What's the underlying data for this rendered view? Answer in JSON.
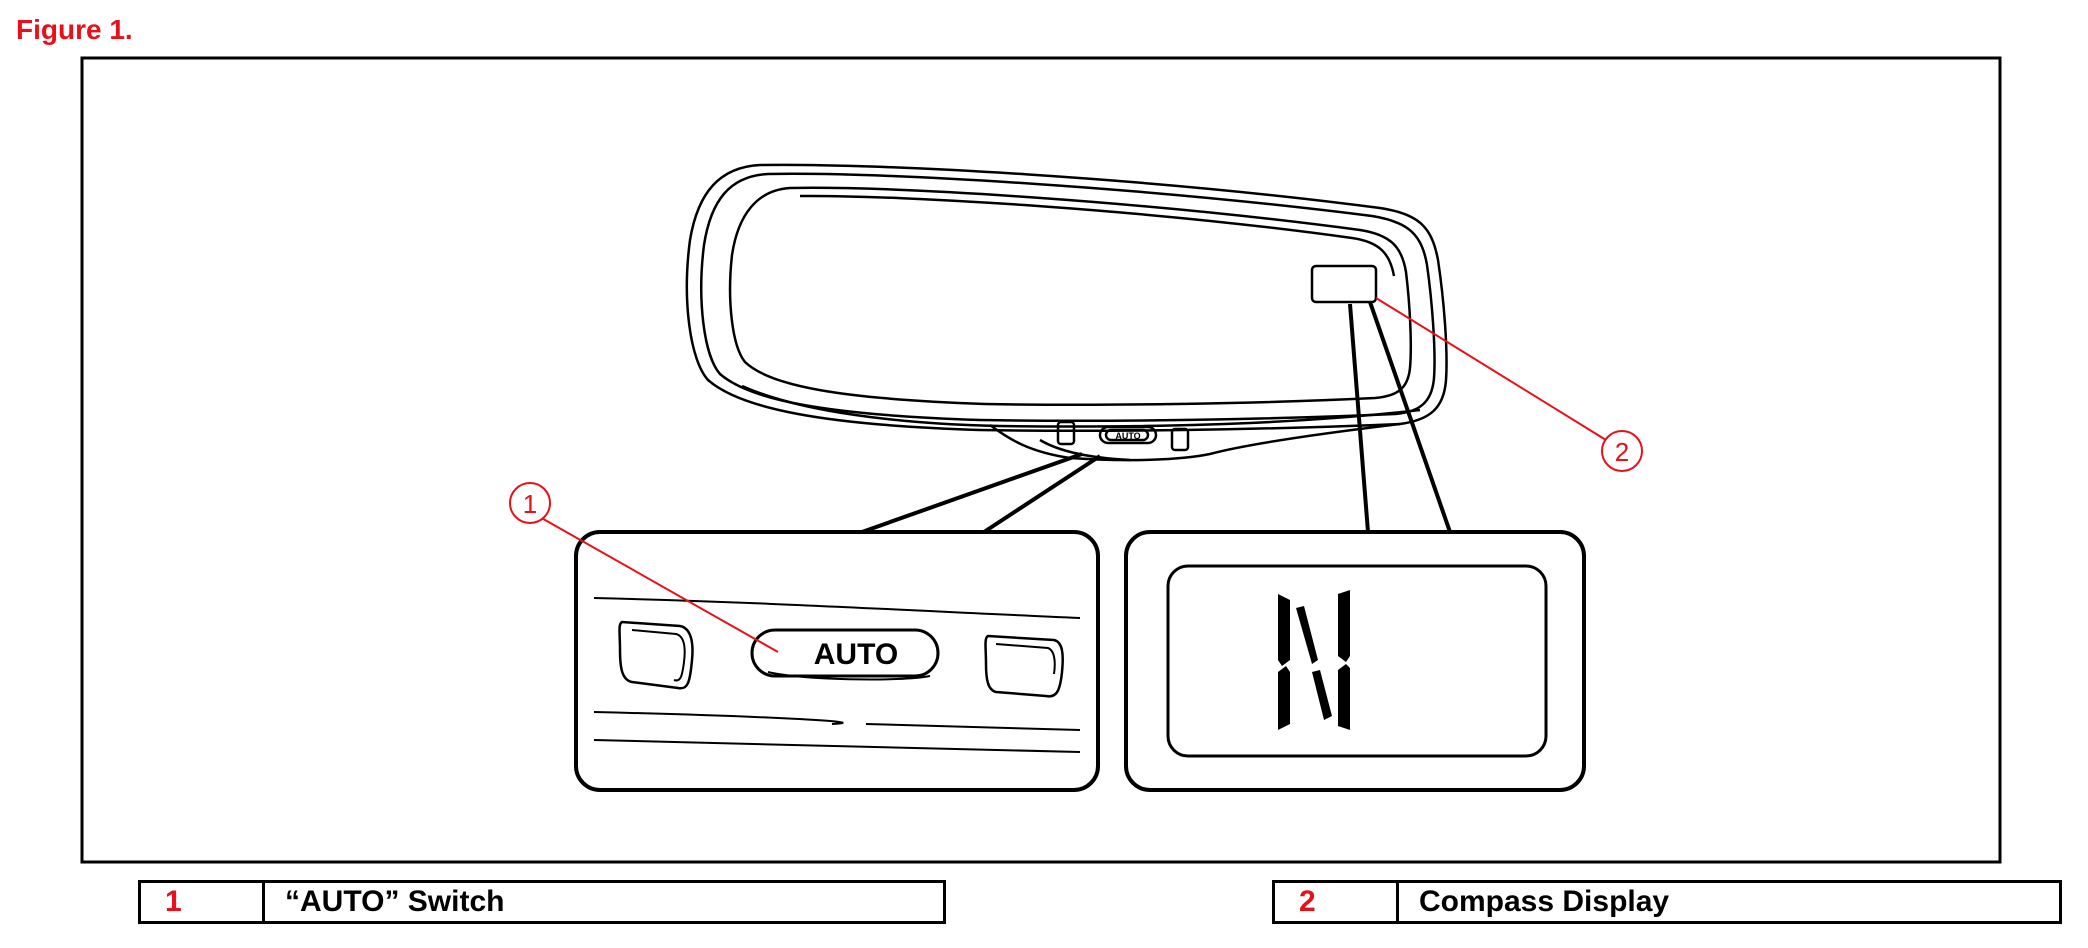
{
  "figure_title": "Figure 1.",
  "callouts": [
    {
      "number": "1",
      "label": "“AUTO” Switch"
    },
    {
      "number": "2",
      "label": "Compass Display"
    }
  ],
  "switch_label": "AUTO",
  "display_char": "N",
  "colors": {
    "accent": "#e8101a",
    "line": "#000000"
  }
}
